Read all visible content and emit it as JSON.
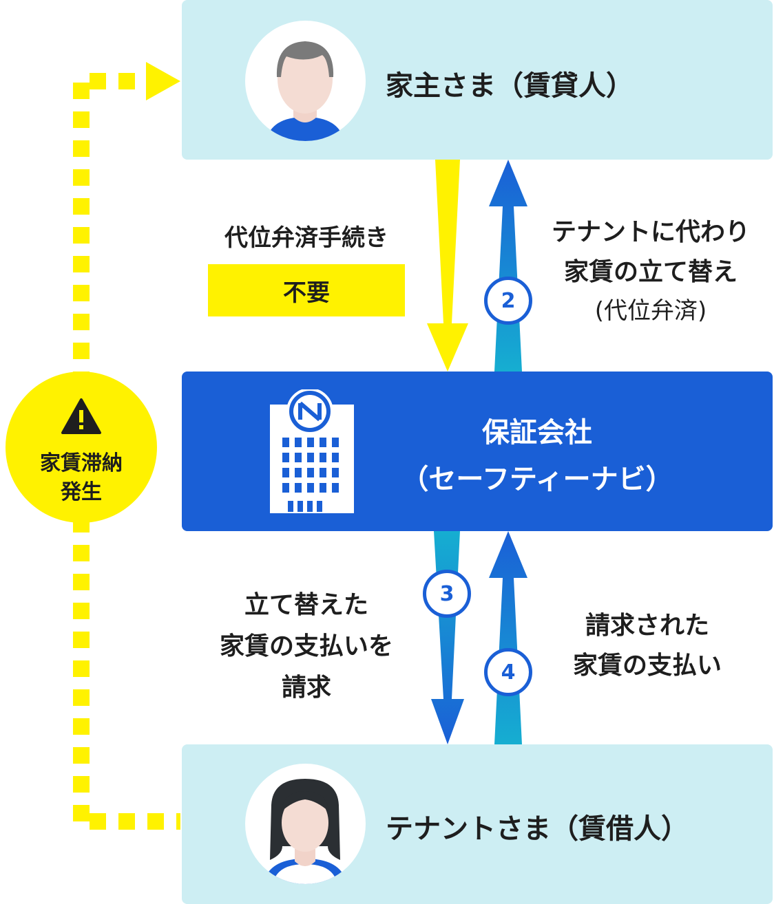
{
  "landlord": {
    "title": "家主さま（賃貸人）"
  },
  "tenant": {
    "title": "テナントさま（賃借人）"
  },
  "company": {
    "line1": "保証会社",
    "line2": "（セーフティーナビ）"
  },
  "left_note": {
    "text": "代位弁済手続き",
    "badge": "不要"
  },
  "step2": {
    "number": "2",
    "line1": "テナントに代わり",
    "line2": "家賃の立て替え",
    "line3": "(代位弁済)"
  },
  "step3": {
    "number": "3",
    "line1": "立て替えた",
    "line2": "家賃の支払いを",
    "line3": "請求"
  },
  "step4": {
    "number": "4",
    "line1": "請求された",
    "line2": "家賃の支払い"
  },
  "alert": {
    "line1": "家賃滞納",
    "line2": "発生"
  },
  "colors": {
    "party_bg": "#cdeef3",
    "company_bg": "#1a5fd6",
    "yellow": "#fff200",
    "blue": "#1a5fd6",
    "cyan": "#16aed1"
  }
}
